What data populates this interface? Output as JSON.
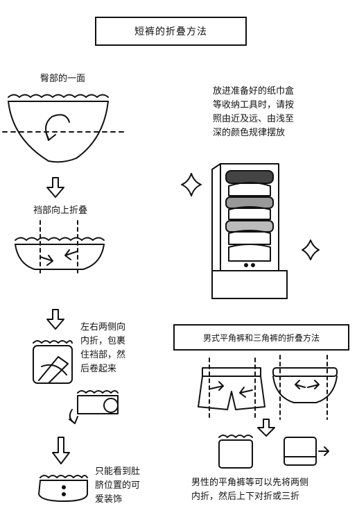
{
  "main_title": "短裤的折叠方法",
  "steps": {
    "step1_label": "臀部的一面",
    "step2_label": "裆部向上折叠",
    "step3_label": "左右两侧向\n内折，包裹\n住裆部，然\n后卷起来",
    "step4_label": "只能看到肚\n脐位置的可\n爱装饰"
  },
  "storage_note": "放进准备好的纸巾盒\n等收纳工具时，请按\n照由近及远、由浅至\n深的颜色规律摆放",
  "men_title": "男式平角裤和三角裤的折叠方法",
  "men_note": "男性的平角裤等可以先将两侧\n内折，然后上下对折或三折"
}
